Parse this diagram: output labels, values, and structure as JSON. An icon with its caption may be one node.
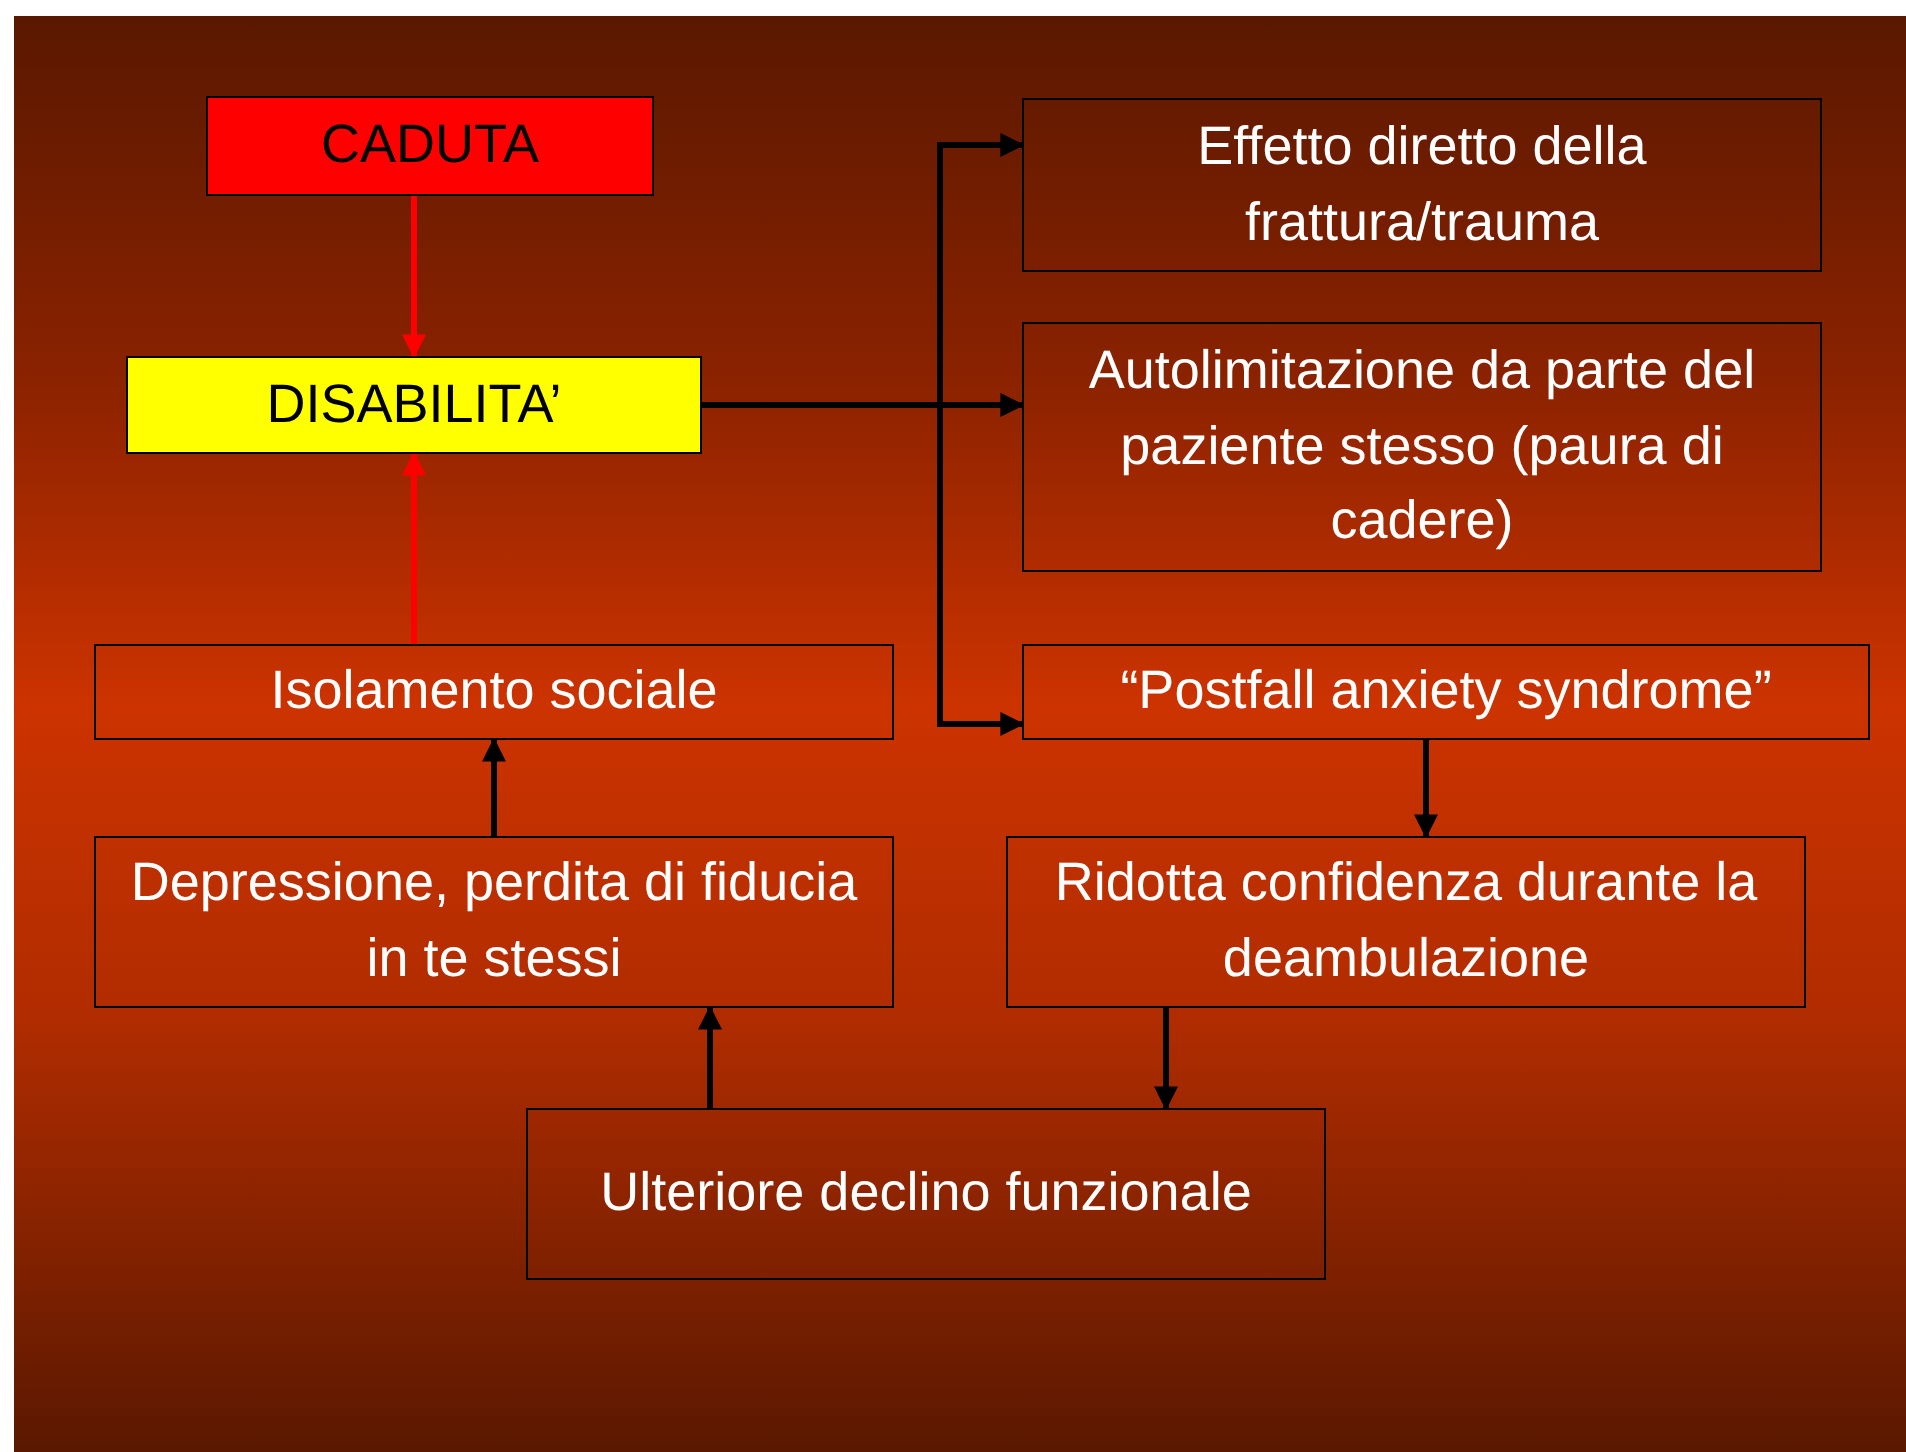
{
  "diagram": {
    "nodes": [
      {
        "text": [
          "CADUTA"
        ]
      },
      {
        "text": [
          "DISABILITA’"
        ]
      },
      {
        "text": [
          "Effetto diretto della frattura/trauma"
        ]
      },
      {
        "text": [
          "Autolimitazione da parte del paziente stesso  (paura di cadere)"
        ]
      },
      {
        "text": [
          "“Postfall anxiety syndrome”"
        ]
      },
      {
        "text": [
          "Isolamento sociale"
        ]
      },
      {
        "text": [
          "Ridotta confidenza durante la deambulazione"
        ]
      },
      {
        "text": [
          "Depressione, perdita di fiducia in te stessi"
        ]
      },
      {
        "text": [
          "Ulteriore declino funzionale"
        ]
      }
    ],
    "edges": [
      {
        "from": 0,
        "to": 1,
        "arrow": "to",
        "color": "#ff0000"
      },
      {
        "from": 5,
        "to": 1,
        "arrow": "to",
        "color": "#ff0000"
      },
      {
        "from": 1,
        "to": 2,
        "arrow": "to"
      },
      {
        "from": 1,
        "to": 3,
        "arrow": "to"
      },
      {
        "from": 1,
        "to": 4,
        "arrow": "to"
      },
      {
        "from": 4,
        "to": 6,
        "arrow": "to"
      },
      {
        "from": 6,
        "to": 8,
        "arrow": "to"
      },
      {
        "from": 8,
        "to": 7,
        "arrow": "to"
      },
      {
        "from": 7,
        "to": 5,
        "arrow": "to"
      }
    ]
  }
}
